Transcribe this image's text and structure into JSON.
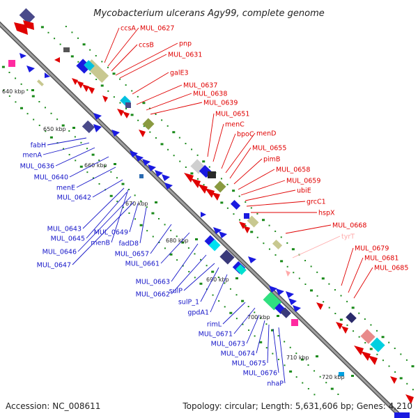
{
  "title": "Mycobacterium ulcerans Agy99, complete genome",
  "footer": {
    "accession": "Accession: NC_008611",
    "info": "Topology: circular; Length: 5,631,606 bp; Genes: 4,210"
  },
  "scale_labels": [
    "640 kbp",
    "650 kbp",
    "660 kbp",
    "670 kbp",
    "680 kbp",
    "690 kbp",
    "700 kbp",
    "710 kbp",
    "720 kbp"
  ],
  "colors": {
    "forward_label": "#e00000",
    "reverse_label": "#1414c8",
    "pink_label": "#ffaaaa",
    "backbone": "#8a8a8a",
    "tick": "#1a8a1a"
  },
  "genes_forward": [
    "ccsA",
    "MUL_0627",
    "ccsB",
    "pnp",
    "MUL_0631",
    "galE3",
    "MUL_0637",
    "MUL_0638",
    "MUL_0639",
    "MUL_0651",
    "menC",
    "bpoC",
    "menD",
    "MUL_0655",
    "pimB",
    "MUL_0658",
    "MUL_0659",
    "ubiE",
    "grcC1",
    "hspX",
    "MUL_0668",
    "MUL_0679",
    "MUL_0681",
    "MUL_0685"
  ],
  "genes_pink": [
    "tyrT"
  ],
  "genes_reverse": [
    "fabH",
    "menA",
    "MUL_0636",
    "MUL_0640",
    "menE",
    "MUL_0642",
    "menB",
    "MUL_0643",
    "MUL_0645",
    "MUL_0649",
    "MUL_0646",
    "MUL_0647",
    "fadD8",
    "MUL_0657",
    "MUL_0661",
    "MUL_0663",
    "MUL_0662",
    "sulP",
    "sulP_1",
    "gpdA1",
    "rimL",
    "MUL_0671",
    "MUL_0673",
    "MUL_0674",
    "MUL_0675",
    "MUL_0676",
    "nhaP"
  ]
}
